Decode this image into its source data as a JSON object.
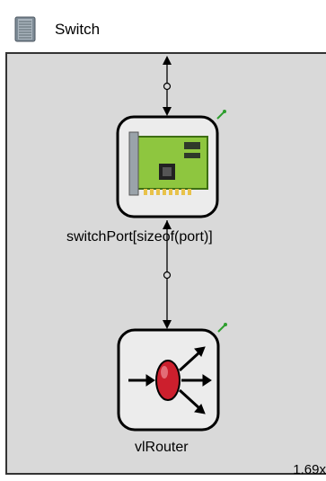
{
  "window": {
    "title": "Switch",
    "icon": "server-rack-icon"
  },
  "modules": [
    {
      "name": "switchPort[sizeof(port)]",
      "icon": "network-card-icon"
    },
    {
      "name": "vlRouter",
      "icon": "router-arrows-icon"
    }
  ],
  "status": {
    "zoom": "1.69x"
  },
  "colors": {
    "canvas_bg": "#d9d9d9",
    "module_bg": "#ececec",
    "card_green": "#8ec63f",
    "router_red": "#cc1f2d",
    "pin_green": "#2e9e2e"
  }
}
